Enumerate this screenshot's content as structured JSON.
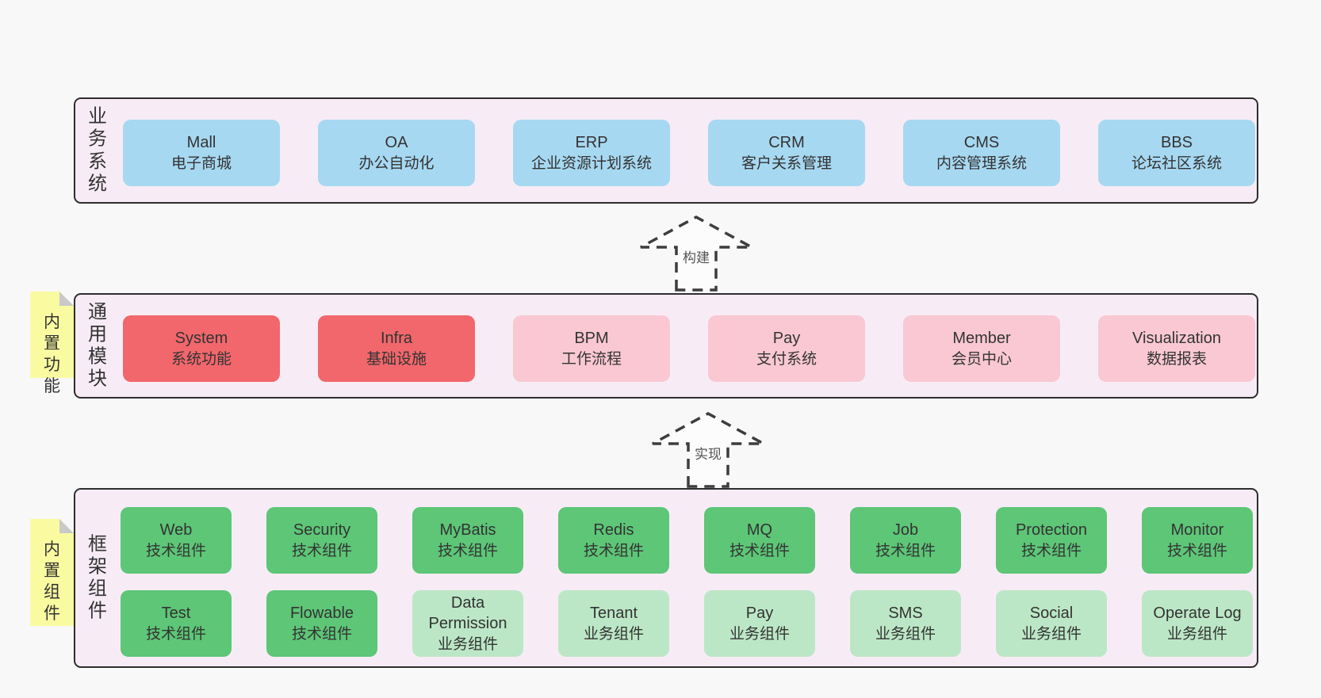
{
  "colors": {
    "page_background": "#f8f8f8",
    "band_background": "#f7ecf5",
    "band_border": "#2e2e2e",
    "blue_box": "#a7d8f1",
    "red_box": "#f1676c",
    "pink_box": "#f9c8d3",
    "green_box": "#5dc677",
    "light_green_box": "#bce7c6",
    "sticky_note": "#fafaa1",
    "sticky_fold": "#c9c9c9",
    "text": "#333333"
  },
  "bands": [
    {
      "label": "业务系统",
      "boxes": [
        {
          "name": "Mall",
          "sub": "电子商城",
          "type": "blue"
        },
        {
          "name": "OA",
          "sub": "办公自动化",
          "type": "blue"
        },
        {
          "name": "ERP",
          "sub": "企业资源计划系统",
          "type": "blue"
        },
        {
          "name": "CRM",
          "sub": "客户关系管理",
          "type": "blue"
        },
        {
          "name": "CMS",
          "sub": "内容管理系统",
          "type": "blue"
        },
        {
          "name": "BBS",
          "sub": "论坛社区系统",
          "type": "blue"
        }
      ]
    },
    {
      "sticky": "内置功能",
      "label": "通用模块",
      "boxes": [
        {
          "name": "System",
          "sub": "系统功能",
          "type": "red"
        },
        {
          "name": "Infra",
          "sub": "基础设施",
          "type": "red"
        },
        {
          "name": "BPM",
          "sub": "工作流程",
          "type": "pink"
        },
        {
          "name": "Pay",
          "sub": "支付系统",
          "type": "pink"
        },
        {
          "name": "Member",
          "sub": "会员中心",
          "type": "pink"
        },
        {
          "name": "Visualization",
          "sub": "数据报表",
          "type": "pink"
        }
      ]
    },
    {
      "sticky": "内置组件",
      "label": "框架组件",
      "rows": [
        [
          {
            "name": "Web",
            "sub": "技术组件",
            "type": "green"
          },
          {
            "name": "Security",
            "sub": "技术组件",
            "type": "green"
          },
          {
            "name": "MyBatis",
            "sub": "技术组件",
            "type": "green"
          },
          {
            "name": "Redis",
            "sub": "技术组件",
            "type": "green"
          },
          {
            "name": "MQ",
            "sub": "技术组件",
            "type": "green"
          },
          {
            "name": "Job",
            "sub": "技术组件",
            "type": "green"
          },
          {
            "name": "Protection",
            "sub": "技术组件",
            "type": "green"
          },
          {
            "name": "Monitor",
            "sub": "技术组件",
            "type": "green"
          }
        ],
        [
          {
            "name": "Test",
            "sub": "技术组件",
            "type": "green"
          },
          {
            "name": "Flowable",
            "sub": "技术组件",
            "type": "green"
          },
          {
            "name": "Data Permission",
            "sub": "业务组件",
            "type": "light-green"
          },
          {
            "name": "Tenant",
            "sub": "业务组件",
            "type": "light-green"
          },
          {
            "name": "Pay",
            "sub": "业务组件",
            "type": "light-green"
          },
          {
            "name": "SMS",
            "sub": "业务组件",
            "type": "light-green"
          },
          {
            "name": "Social",
            "sub": "业务组件",
            "type": "light-green"
          },
          {
            "name": "Operate Log",
            "sub": "业务组件",
            "type": "light-green"
          }
        ]
      ]
    }
  ],
  "arrows": [
    {
      "label": "构建"
    },
    {
      "label": "实现"
    }
  ]
}
